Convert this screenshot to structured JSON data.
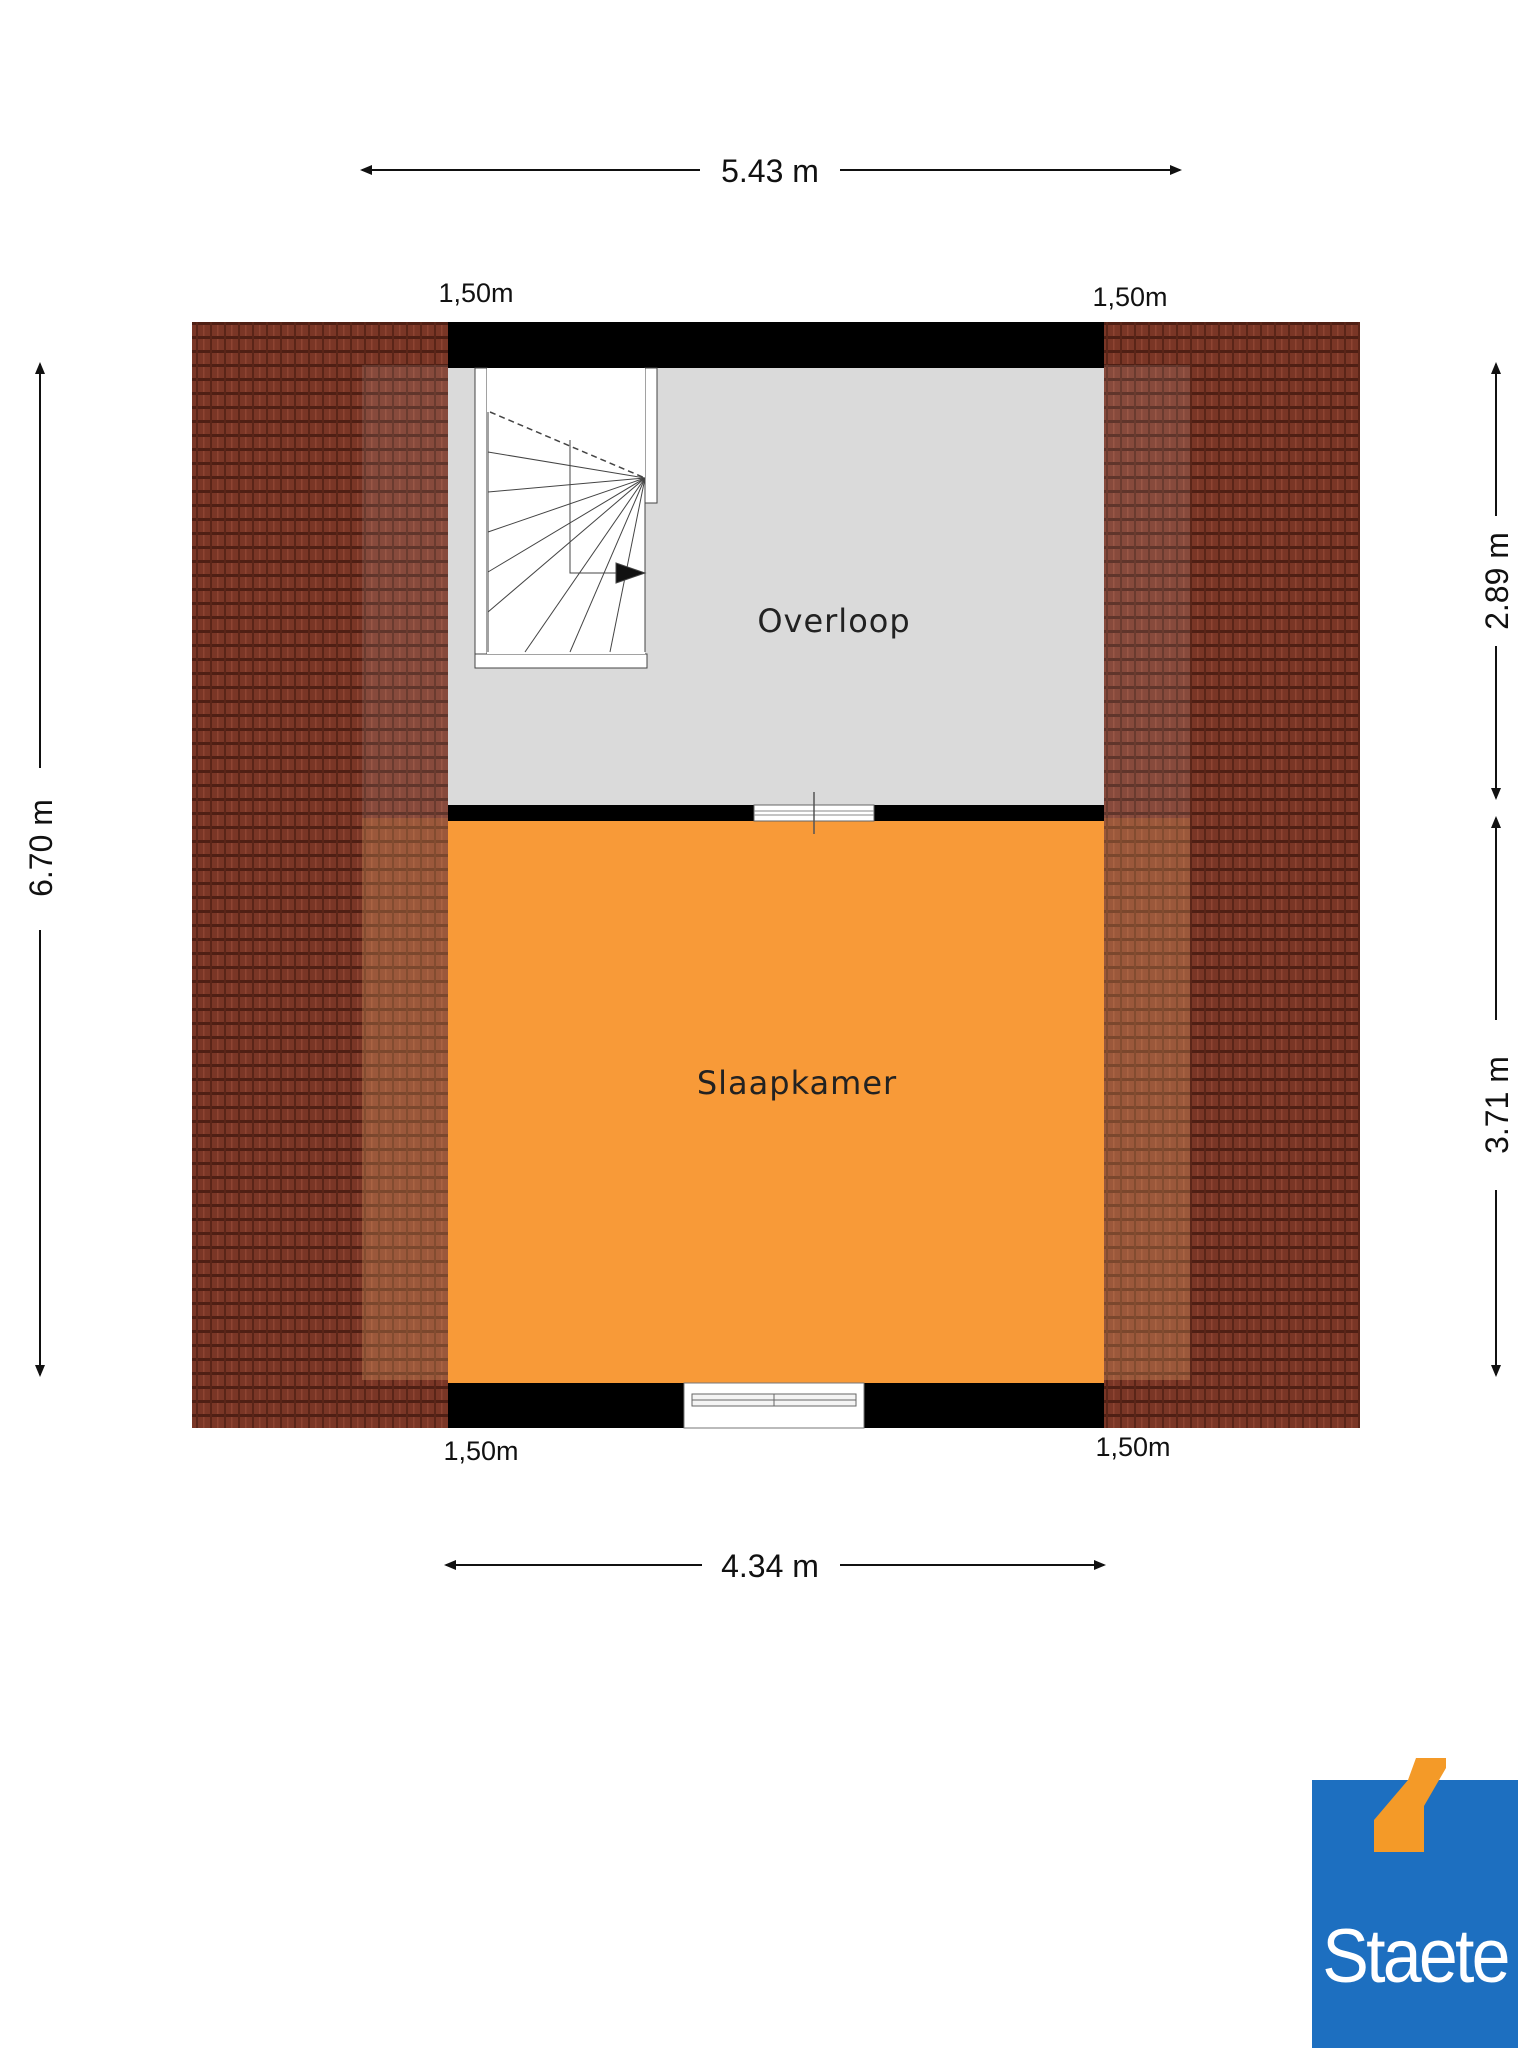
{
  "dimensions": {
    "top_total": "5.43 m",
    "bottom_total": "4.34 m",
    "left_total": "6.70 m",
    "right_upper": "2.89 m",
    "right_lower": "3.71 m",
    "height_top_left": "1,50m",
    "height_top_right": "1,50m",
    "height_bottom_left": "1,50m",
    "height_bottom_right": "1,50m"
  },
  "rooms": {
    "landing": {
      "name": "Overloop",
      "color": "#dadada"
    },
    "bedroom": {
      "name": "Slaapkamer",
      "color": "#f89a38"
    }
  },
  "colors": {
    "roof_tile": "#7a3626",
    "wall": "#000000",
    "logo_blue": "#1d6fc0",
    "logo_orange": "#f49a28"
  },
  "logo": {
    "text": "Staete"
  }
}
